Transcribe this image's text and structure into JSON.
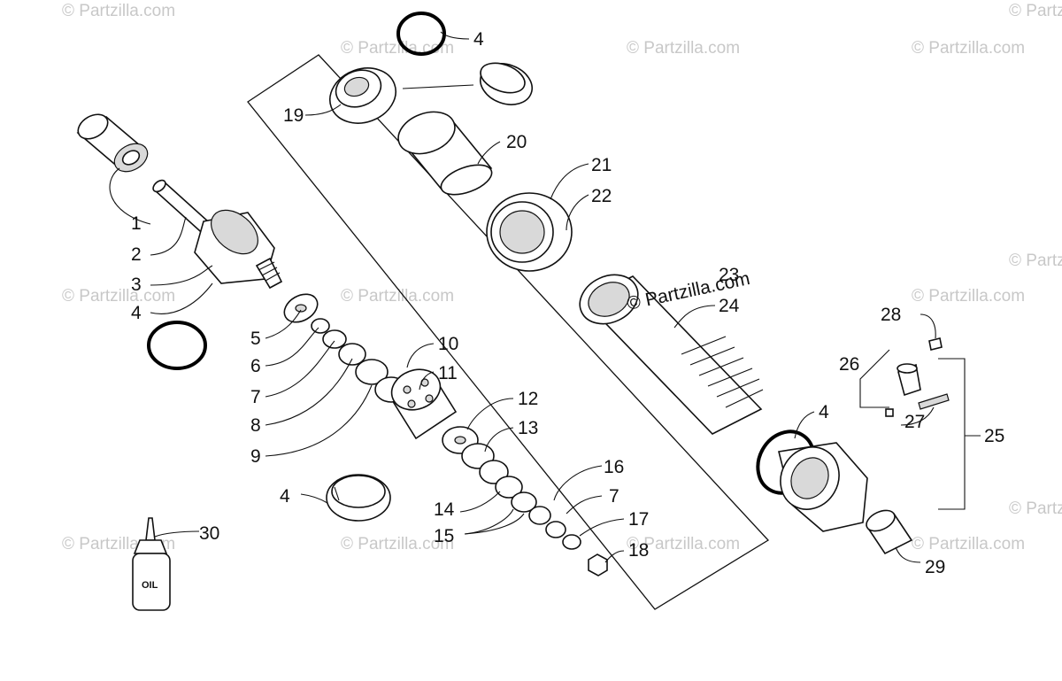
{
  "watermark": "© Partzilla.com",
  "center_watermark": "© Partzilla.com",
  "oil_label": "OIL",
  "callouts": {
    "c1": "1",
    "c2": "2",
    "c3": "3",
    "c4a": "4",
    "c4b": "4",
    "c4c": "4",
    "c4d": "4",
    "c5": "5",
    "c6": "6",
    "c7a": "7",
    "c7b": "7",
    "c8": "8",
    "c9": "9",
    "c10": "10",
    "c11": "11",
    "c12": "12",
    "c13": "13",
    "c14": "14",
    "c15": "15",
    "c16": "16",
    "c17": "17",
    "c18": "18",
    "c19": "19",
    "c20": "20",
    "c21": "21",
    "c22": "22",
    "c23": "23",
    "c24": "24",
    "c25": "25",
    "c26": "26",
    "c27": "27",
    "c28": "28",
    "c29": "29",
    "c30": "30"
  }
}
